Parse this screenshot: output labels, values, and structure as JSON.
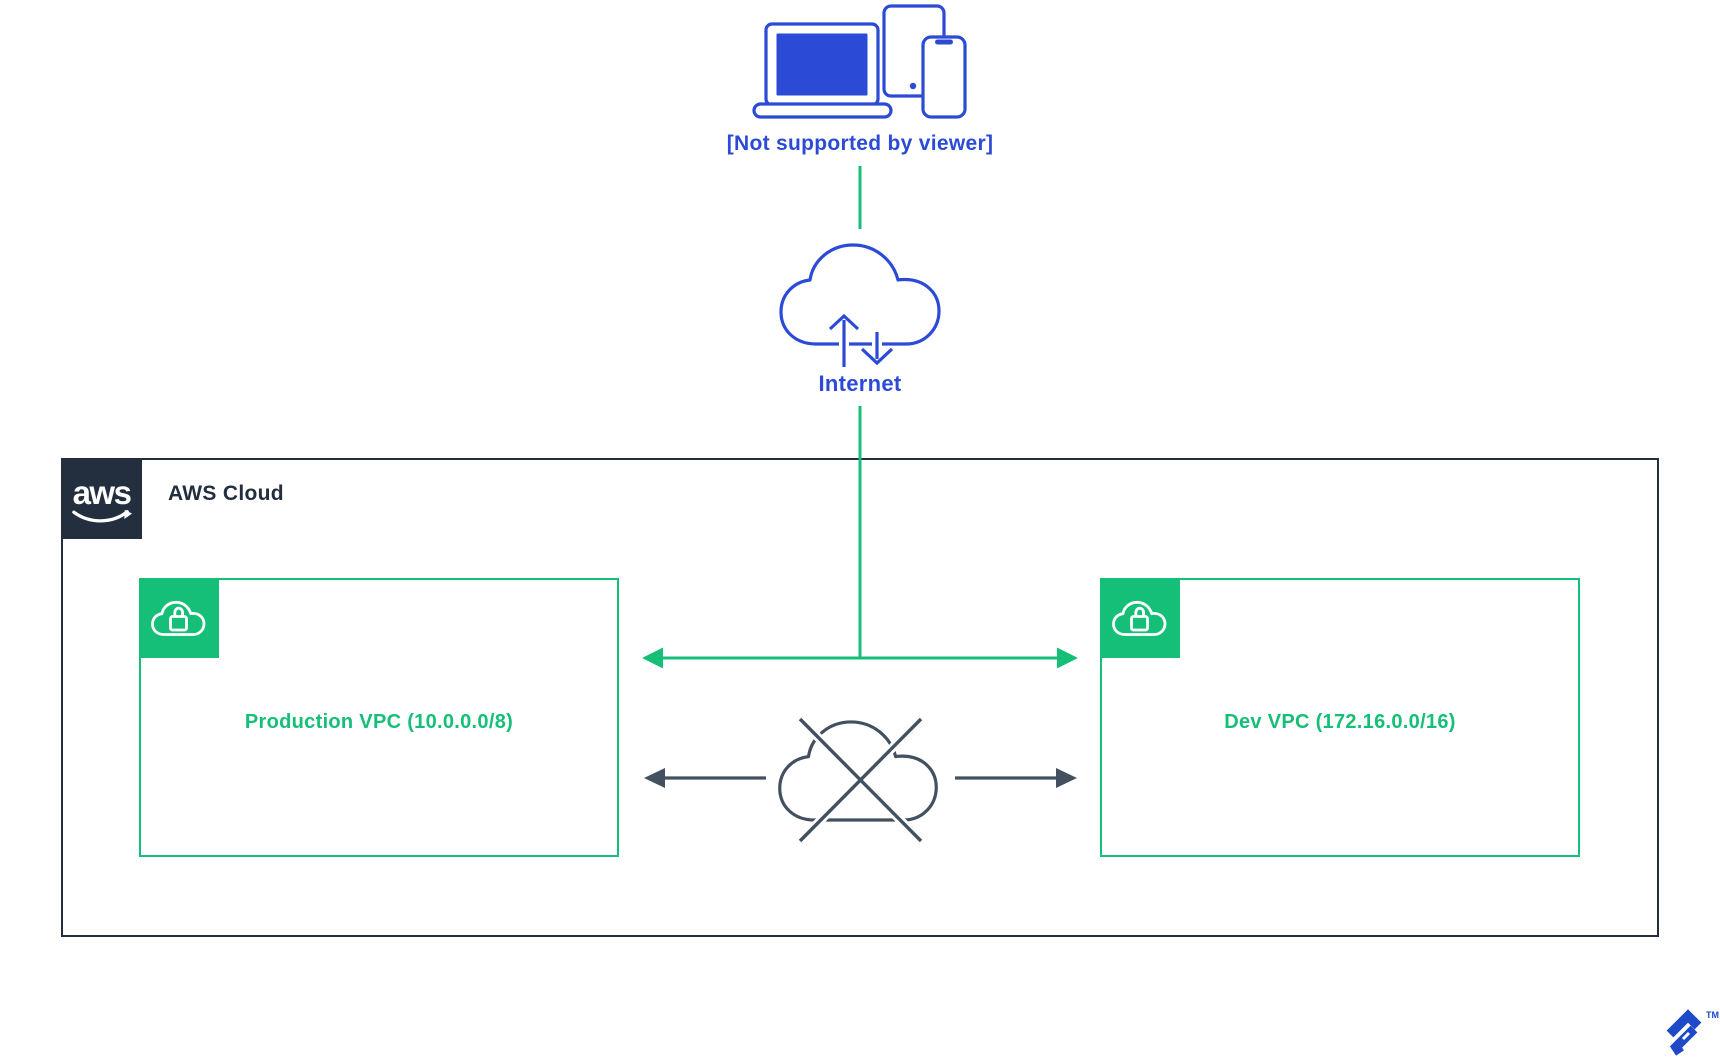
{
  "colors": {
    "blue": "#2B4BD7",
    "green": "#16BF78",
    "navy": "#232F3E",
    "slate": "#42505F",
    "toptal": "#1E49C8"
  },
  "devices": {
    "caption": "[Not supported by viewer]"
  },
  "internet": {
    "label": "Internet"
  },
  "aws": {
    "logo_text": "aws",
    "cloud_label": "AWS Cloud"
  },
  "vpc": {
    "production_label": "Production VPC (10.0.0.0/8)",
    "dev_label": "Dev VPC (172.16.0.0/16)"
  },
  "brand": {
    "trademark": "TM"
  }
}
